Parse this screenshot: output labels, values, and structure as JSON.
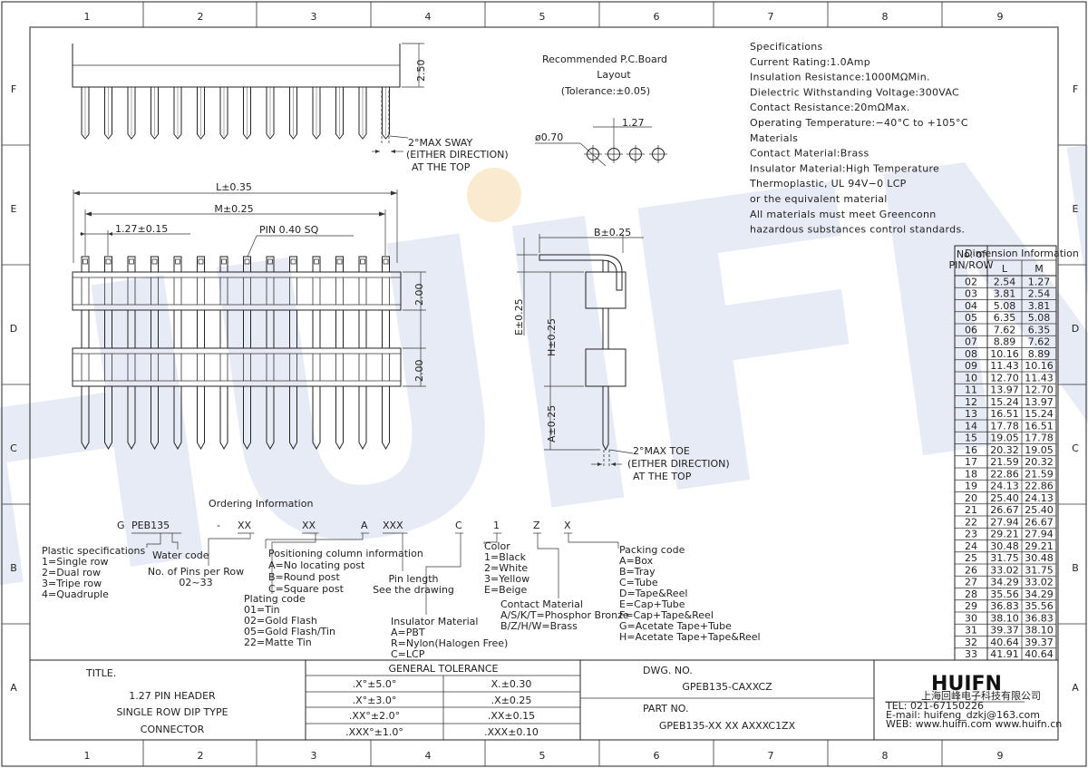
{
  "zones": {
    "columns": [
      "1",
      "2",
      "3",
      "4",
      "5",
      "6",
      "7",
      "8",
      "9"
    ],
    "rows": [
      "F",
      "E",
      "D",
      "C",
      "B",
      "A"
    ]
  },
  "watermark": "HUIFN",
  "front_view": {
    "dim_2_50": "2.50",
    "sway_note": [
      "2°MAX SWAY",
      "(EITHER DIRECTION)",
      "AT THE TOP"
    ]
  },
  "side_view": {
    "dim_L": "L±0.35",
    "dim_M": "M±0.25",
    "dim_pitch": "1.27±0.15",
    "pin_note": "PIN 0.40 SQ",
    "dim_2_00_top": "2.00",
    "dim_2_00_bottom": "2.00"
  },
  "pcb_layout": {
    "title": [
      "Recommended P.C.Board",
      "Layout",
      "(Tolerance:±0.05)"
    ],
    "hole_dia": "ø0.70",
    "hole_pitch": "1.27"
  },
  "right_angle_view": {
    "dim_B": "B±0.25",
    "dim_E": "E±0.25",
    "dim_H": "H±0.25",
    "dim_A": "A±0.25",
    "toe_note": [
      "2°MAX TOE",
      "(EITHER DIRECTION)",
      "AT THE TOP"
    ]
  },
  "specifications": [
    "Specifications",
    "Current Rating:1.0Amp",
    "Insulation Resistance:1000MΩMin.",
    "Dielectric Withstanding Voltage:300VAC",
    "Contact Resistance:20mΩMax.",
    "Operating Temperature:−40°C to +105°C",
    "Materials",
    "Contact Material:Brass",
    "Insulator Material:High Temperature",
    "Thermoplastic, UL 94V−0 LCP",
    "or the equivalent material",
    "All materials must meet Greenconn",
    "hazardous substances control standards."
  ],
  "dimension_table": {
    "header_pin": [
      "No. of",
      "PIN/ROW"
    ],
    "header_dim": "Dimension Information",
    "col_L": "L",
    "col_M": "M",
    "rows": [
      [
        "02",
        "2.54",
        "1.27"
      ],
      [
        "03",
        "3.81",
        "2.54"
      ],
      [
        "04",
        "5.08",
        "3.81"
      ],
      [
        "05",
        "6.35",
        "5.08"
      ],
      [
        "06",
        "7.62",
        "6.35"
      ],
      [
        "07",
        "8.89",
        "7.62"
      ],
      [
        "08",
        "10.16",
        "8.89"
      ],
      [
        "09",
        "11.43",
        "10.16"
      ],
      [
        "10",
        "12.70",
        "11.43"
      ],
      [
        "11",
        "13.97",
        "12.70"
      ],
      [
        "12",
        "15.24",
        "13.97"
      ],
      [
        "13",
        "16.51",
        "15.24"
      ],
      [
        "14",
        "17.78",
        "16.51"
      ],
      [
        "15",
        "19.05",
        "17.78"
      ],
      [
        "16",
        "20.32",
        "19.05"
      ],
      [
        "17",
        "21.59",
        "20.32"
      ],
      [
        "18",
        "22.86",
        "21.59"
      ],
      [
        "19",
        "24.13",
        "22.86"
      ],
      [
        "20",
        "25.40",
        "24.13"
      ],
      [
        "21",
        "26.67",
        "25.40"
      ],
      [
        "22",
        "27.94",
        "26.67"
      ],
      [
        "23",
        "29.21",
        "27.94"
      ],
      [
        "24",
        "30.48",
        "29.21"
      ],
      [
        "25",
        "31.75",
        "30.48"
      ],
      [
        "26",
        "33.02",
        "31.75"
      ],
      [
        "27",
        "34.29",
        "33.02"
      ],
      [
        "28",
        "35.56",
        "34.29"
      ],
      [
        "29",
        "36.83",
        "35.56"
      ],
      [
        "30",
        "38.10",
        "36.83"
      ],
      [
        "31",
        "39.37",
        "38.10"
      ],
      [
        "32",
        "40.64",
        "39.37"
      ],
      [
        "33",
        "41.91",
        "40.64"
      ]
    ]
  },
  "ordering": {
    "title": "Ordering Information",
    "code": [
      "G",
      "PEB135",
      "-",
      "XX",
      "XX",
      "A",
      "XXX",
      "C",
      "1",
      "Z",
      "X"
    ],
    "plastic": [
      "Plastic specifications",
      "1=Single row",
      "2=Dual row",
      "3=Tripe row",
      "4=Quadruple"
    ],
    "water": "Water code",
    "pins": [
      "No. of Pins per Row",
      "02~33"
    ],
    "plating": [
      "Plating code",
      "01=Tin",
      "02=Gold Flash",
      "05=Gold Flash/Tin",
      "22=Matte Tin"
    ],
    "positioning": [
      "Positioning column information",
      "A=No locating post",
      "B=Round post",
      "C=Square post"
    ],
    "pin_length": [
      "Pin length",
      "See the drawing"
    ],
    "insulator": [
      "Insulator Material",
      "A=PBT",
      "R=Nylon(Halogen Free)",
      "C=LCP"
    ],
    "color": [
      "Color",
      "1=Black",
      "2=White",
      "3=Yellow",
      "E=Beige"
    ],
    "contact": [
      "Contact Material",
      "A/S/K/T=Phosphor Bronze",
      "B/Z/H/W=Brass"
    ],
    "packing": [
      "Packing code",
      "A=Box",
      "B=Tray",
      "C=Tube",
      "D=Tape&Reel",
      "E=Cap+Tube",
      "F=Cap+Tape&Reel",
      "G=Acetate Tape+Tube",
      "H=Acetate Tape+Tape&Reel"
    ]
  },
  "title_block": {
    "title_label": "TITLE.",
    "title_lines": [
      "1.27 PIN HEADER",
      "SINGLE ROW DIP TYPE",
      "CONNECTOR"
    ],
    "tolerance_header": "GENERAL TOLERANCE",
    "tolerance": [
      [
        ".X°±5.0°",
        "X.±0.30"
      ],
      [
        ".X°±3.0°",
        ".X±0.25"
      ],
      [
        ".XX°±2.0°",
        ".XX±0.15"
      ],
      [
        ".XXX°±1.0°",
        ".XXX±0.10"
      ]
    ],
    "dwg_label": "DWG. NO.",
    "dwg_no": "GPEB135-CAXXCZ",
    "part_label": "PART NO.",
    "part_no": "GPEB135-XX XX AXXXC1ZX",
    "logo": "HUIFN",
    "company_cn": "上海回峰电子科技有限公司",
    "tel": "TEL: 021-67150226",
    "email": "E-mail: huifeng_dzkj@163.com",
    "web": "WEB: www.huifn.com  www.huifn.cn"
  }
}
